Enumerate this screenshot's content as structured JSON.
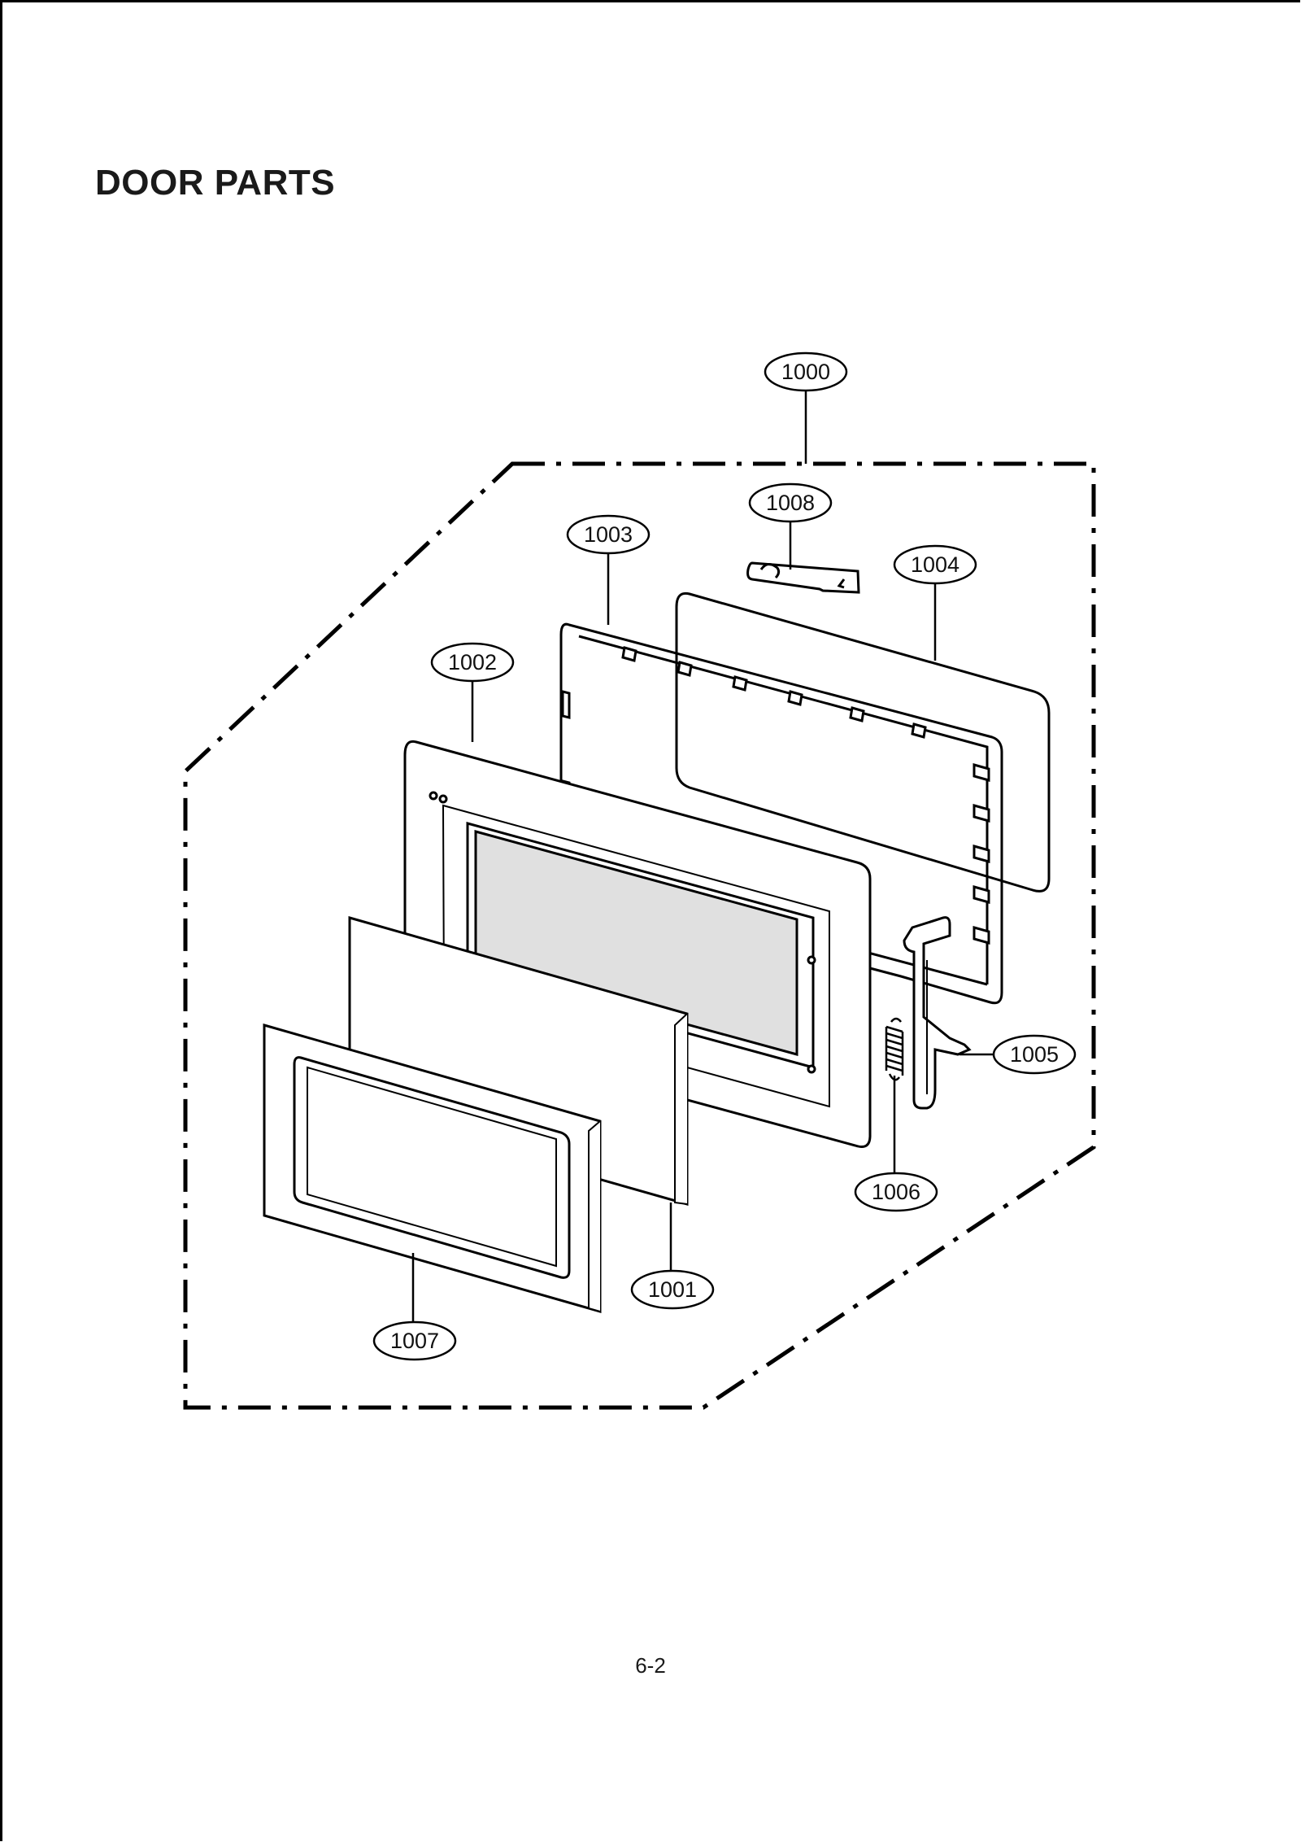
{
  "page": {
    "title": "DOOR PARTS",
    "page_number": "6-2"
  },
  "callouts": {
    "c1000": "1000",
    "c1001": "1001",
    "c1002": "1002",
    "c1003": "1003",
    "c1004": "1004",
    "c1005": "1005",
    "c1006": "1006",
    "c1007": "1007",
    "c1008": "1008"
  }
}
